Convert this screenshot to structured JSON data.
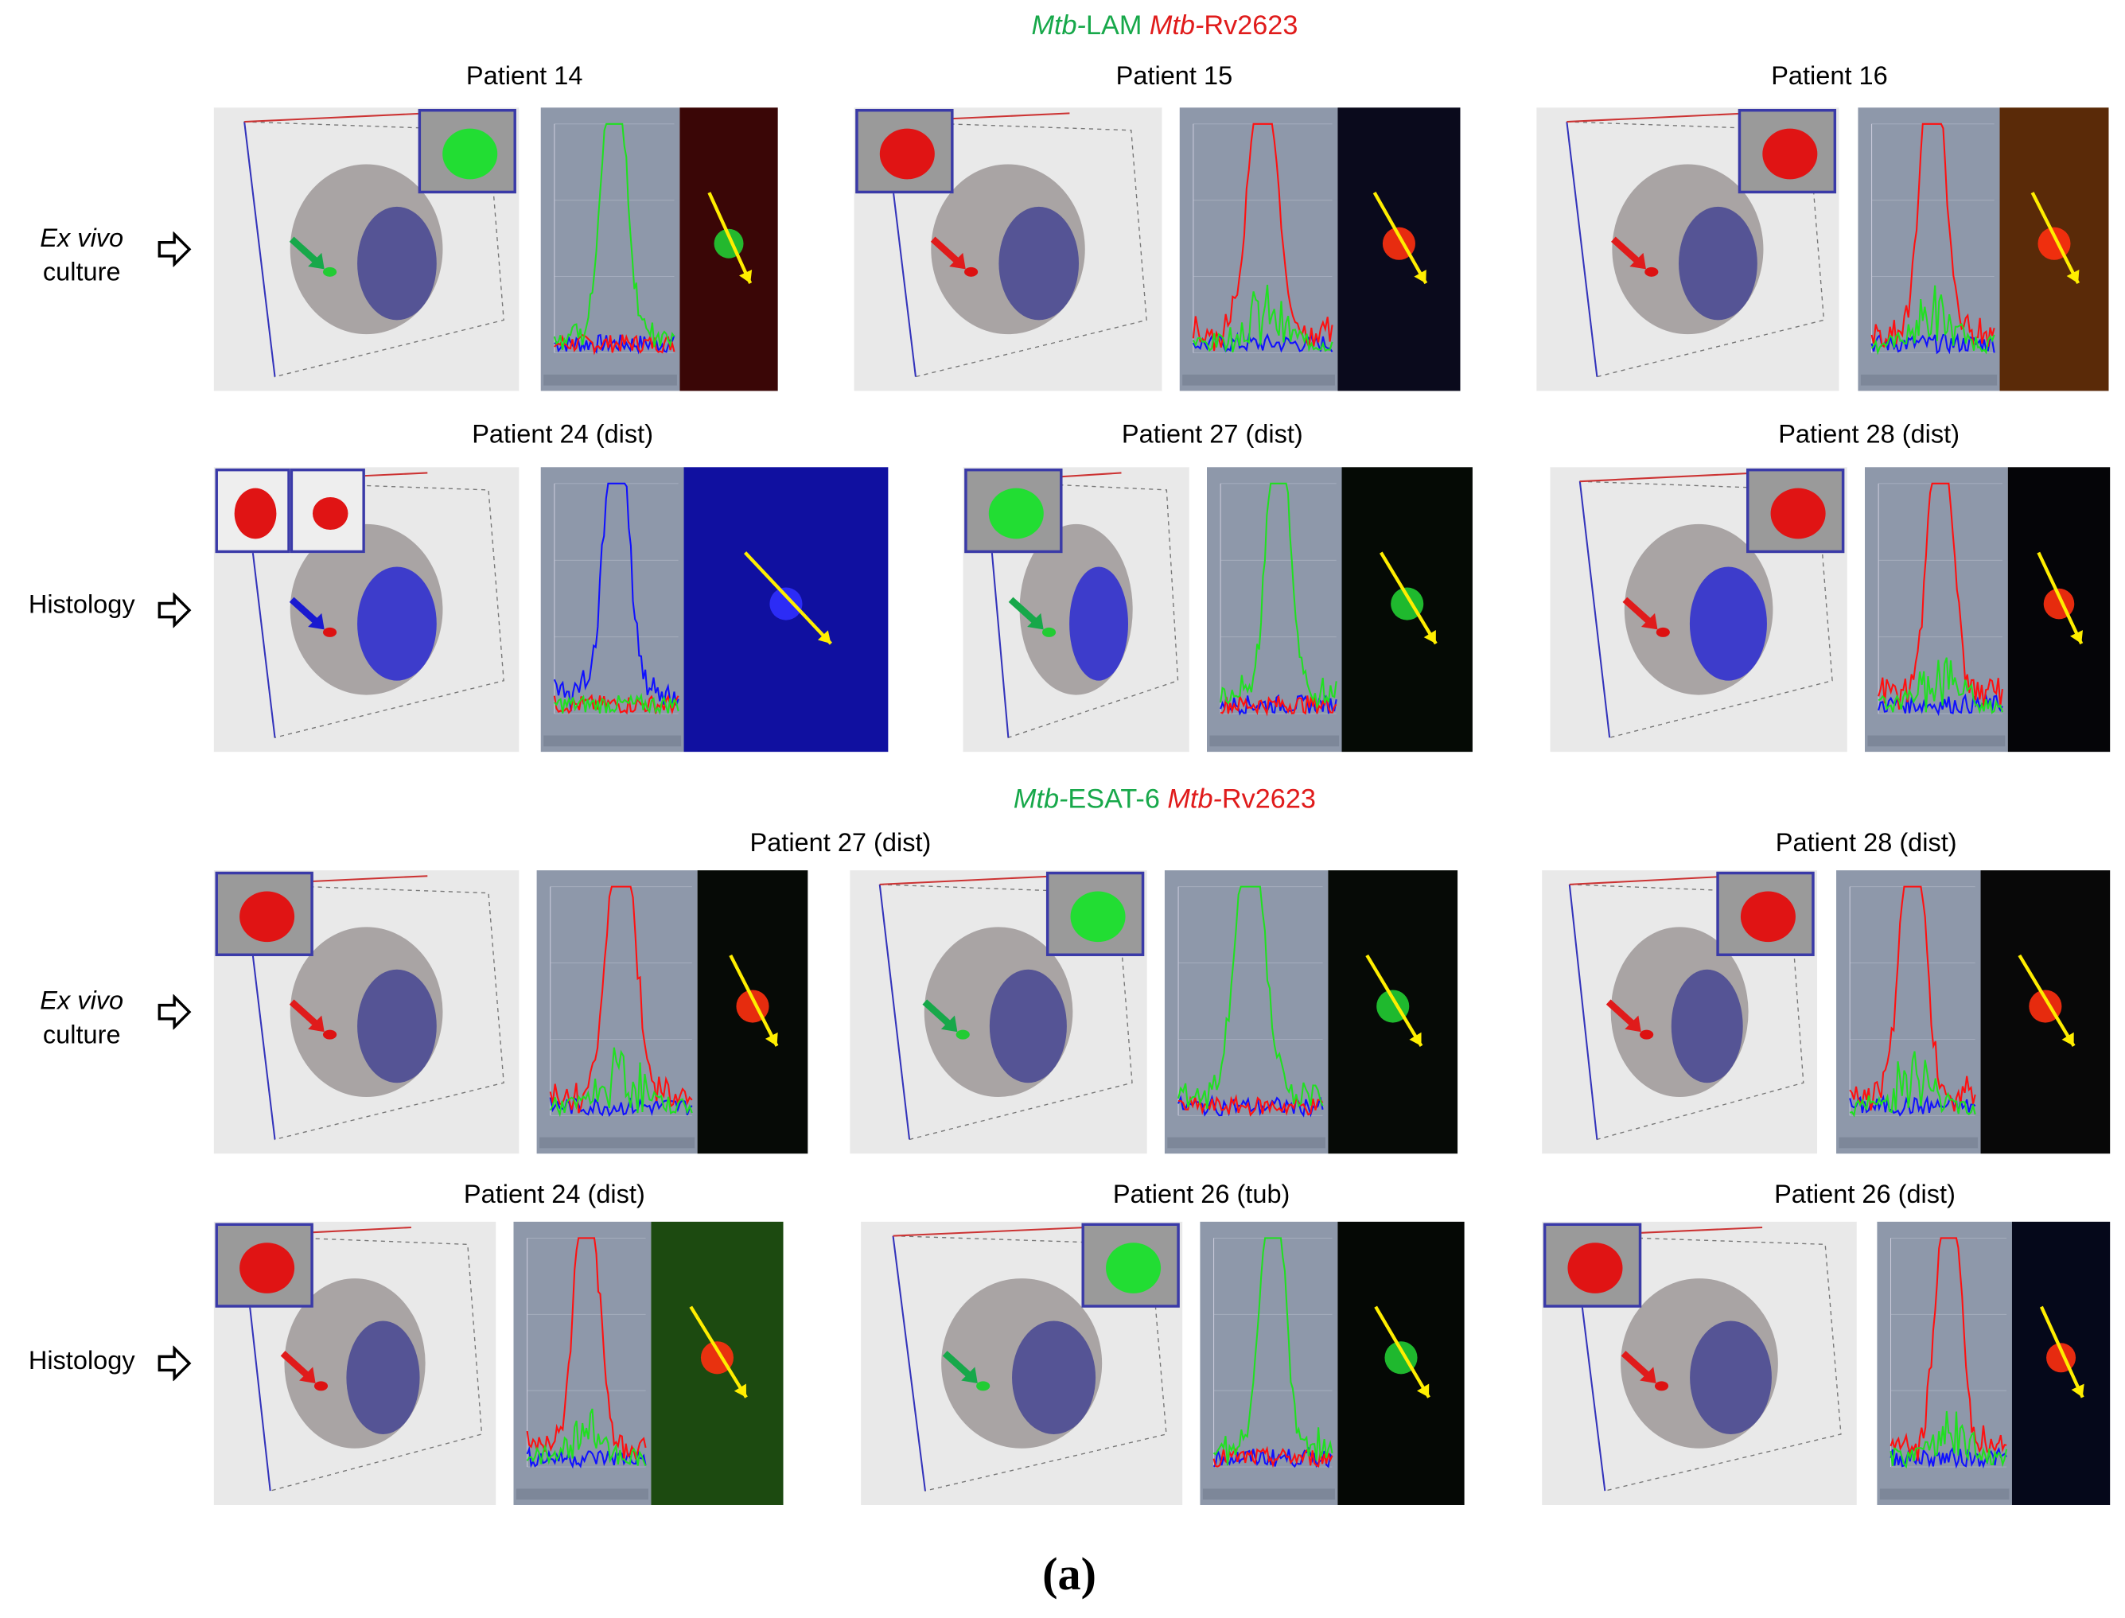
{
  "sections": [
    {
      "stain_green": "Mtb-",
      "stain_green_b": "LAM",
      "stain_red": "Mtb-",
      "stain_red_b": "Rv2623"
    },
    {
      "stain_green": "Mtb-",
      "stain_green_b": "ESAT-6",
      "stain_red": "Mtb-",
      "stain_red_b": "Rv2623"
    }
  ],
  "row_labels": {
    "ex_vivo_italic": "Ex vivo",
    "ex_vivo_rest": "culture",
    "histology": "Histology"
  },
  "panels": [
    {
      "title": "Patient 14",
      "signal": "green",
      "fluo_bg": "#3a0606"
    },
    {
      "title": "Patient 15",
      "signal": "red",
      "fluo_bg": "#0a0a1c"
    },
    {
      "title": "Patient 16",
      "signal": "red",
      "fluo_bg": "#5a2a08"
    },
    {
      "title": "Patient 24 (dist)",
      "signal": "blue",
      "fluo_bg": "#1010a0"
    },
    {
      "title": "Patient 27 (dist)",
      "signal": "green",
      "fluo_bg": "#050a05"
    },
    {
      "title": "Patient 28 (dist)",
      "signal": "red",
      "fluo_bg": "#050508"
    },
    {
      "title": "Patient 27 (dist)",
      "signal": "red",
      "fluo_bg": "#060a06"
    },
    {
      "title": "",
      "signal": "green",
      "fluo_bg": "#060a06"
    },
    {
      "title": "Patient 28 (dist)",
      "signal": "red",
      "fluo_bg": "#080808"
    },
    {
      "title": "Patient 24 (dist)",
      "signal": "red",
      "fluo_bg": "#1c4a10"
    },
    {
      "title": "Patient 26 (tub)",
      "signal": "green",
      "fluo_bg": "#050805"
    },
    {
      "title": "Patient 26 (dist)",
      "signal": "red",
      "fluo_bg": "#05081a"
    }
  ],
  "figure_label": "(a)",
  "colors": {
    "green": "#17a84a",
    "red": "#e01b1b",
    "blue": "#1a1ad0",
    "yellow": "#ffee00"
  }
}
